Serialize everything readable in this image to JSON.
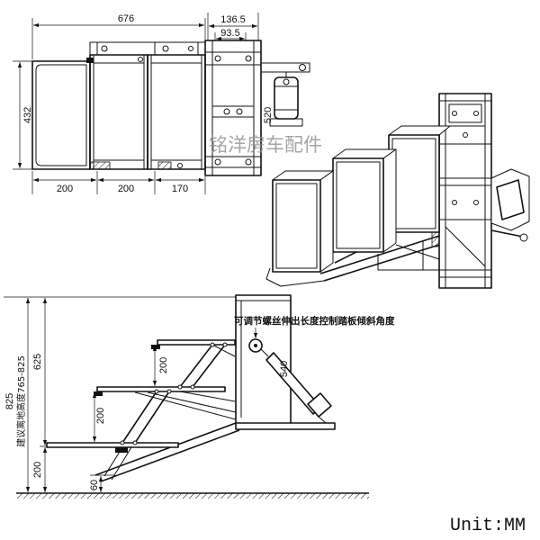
{
  "colors": {
    "line": "#111111",
    "watermark": "#8f8f8f"
  },
  "watermark": "铭洋房车配件",
  "unit_label": "Unit:MM",
  "top_view": {
    "dim_overall_width": "676",
    "dim_mount_outer": "136.5",
    "dim_mount_inner": "93.5",
    "dim_depth": "432",
    "dim_housing_length": "520",
    "dim_segment_1": "200",
    "dim_segment_2": "200",
    "dim_segment_3": "170"
  },
  "side_view": {
    "adjust_note": "可调节螺丝伸出长度控制踏板倾斜角度",
    "clearance_note": "建议离地高度765-825",
    "dim_total_height": "825",
    "dim_upper_height": "625",
    "dim_lower_height": "200",
    "dim_step_rise_top": "200",
    "dim_step_rise_middle": "200",
    "dim_frame_height": "540",
    "dim_bottom_gap": "60"
  }
}
